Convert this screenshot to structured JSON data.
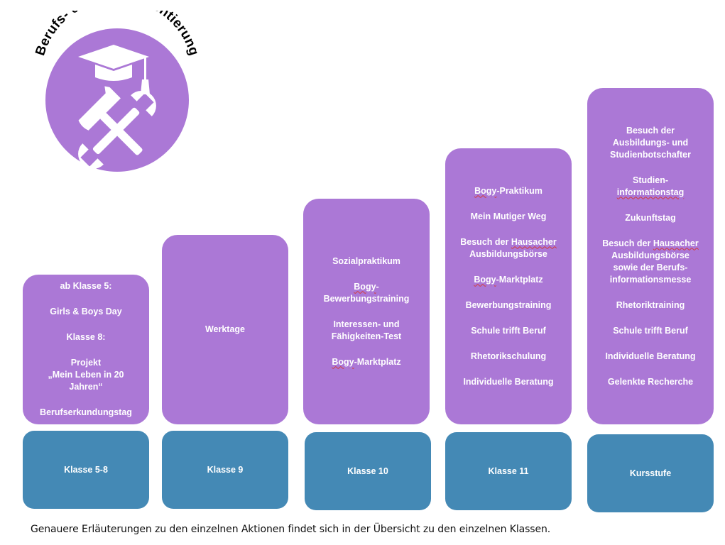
{
  "logo": {
    "title": "Berufs- & Studienorientierung",
    "icons": [
      "graduation-cap-icon",
      "wrench-icon",
      "hammer-icon"
    ],
    "circle_color": "#ab78d6"
  },
  "colors": {
    "stage": "#ab78d6",
    "grade": "#4489b5",
    "text": "#ffffff",
    "spellcheck": "#d43a3a"
  },
  "columns": [
    {
      "grade": "Klasse 5-8",
      "items": [
        [
          {
            "t": "ab Klasse 5:"
          }
        ],
        [
          {
            "t": "Girls & Boys Day"
          }
        ],
        [
          {
            "t": "Klasse 8:"
          }
        ],
        [
          {
            "t": "Projekt\n„Mein Leben in 20\nJahren“"
          }
        ],
        [
          {
            "t": "Berufserkundungstag"
          }
        ]
      ]
    },
    {
      "grade": "Klasse 9",
      "items": [
        [
          {
            "t": "Werktage"
          }
        ]
      ]
    },
    {
      "grade": "Klasse 10",
      "items": [
        [
          {
            "t": "Sozialpraktikum"
          }
        ],
        [
          {
            "t": "Bogy",
            "u": true
          },
          {
            "t": "-\nBewerbungstraining"
          }
        ],
        [
          {
            "t": "Interessen- und\nFähigkeiten-Test"
          }
        ],
        [
          {
            "t": "Bogy",
            "u": true
          },
          {
            "t": "-Marktplatz"
          }
        ]
      ]
    },
    {
      "grade": "Klasse 11",
      "items": [
        [
          {
            "t": "Bogy",
            "u": true
          },
          {
            "t": "-Praktikum"
          }
        ],
        [
          {
            "t": "Mein Mutiger Weg"
          }
        ],
        [
          {
            "t": "Besuch der "
          },
          {
            "t": "Hausacher",
            "u": true
          },
          {
            "t": "\nAusbildungsbörse"
          }
        ],
        [
          {
            "t": "Bogy",
            "u": true
          },
          {
            "t": "-Marktplatz"
          }
        ],
        [
          {
            "t": "Bewerbungstraining"
          }
        ],
        [
          {
            "t": "Schule trifft Beruf"
          }
        ],
        [
          {
            "t": "Rhetorikschulung"
          }
        ],
        [
          {
            "t": "Individuelle Beratung"
          }
        ]
      ]
    },
    {
      "grade": "Kursstufe",
      "items": [
        [
          {
            "t": "Besuch der\nAusbildungs- und\nStudienbotschafter"
          }
        ],
        [
          {
            "t": "Studien-\n"
          },
          {
            "t": "informationstag",
            "u": true
          }
        ],
        [
          {
            "t": "Zukunftstag"
          }
        ],
        [
          {
            "t": "Besuch der "
          },
          {
            "t": "Hausacher",
            "u": true
          },
          {
            "t": "\nAusbildungsbörse\nsowie der Berufs-\ninformationsmesse"
          }
        ],
        [
          {
            "t": "Rhetoriktraining"
          }
        ],
        [
          {
            "t": "Schule trifft Beruf"
          }
        ],
        [
          {
            "t": "Individuelle Beratung"
          }
        ],
        [
          {
            "t": "Gelenkte Recherche"
          }
        ]
      ]
    }
  ],
  "footer": "Genauere Erläuterungen zu den einzelnen Aktionen findet sich in der Übersicht zu den einzelnen Klassen."
}
